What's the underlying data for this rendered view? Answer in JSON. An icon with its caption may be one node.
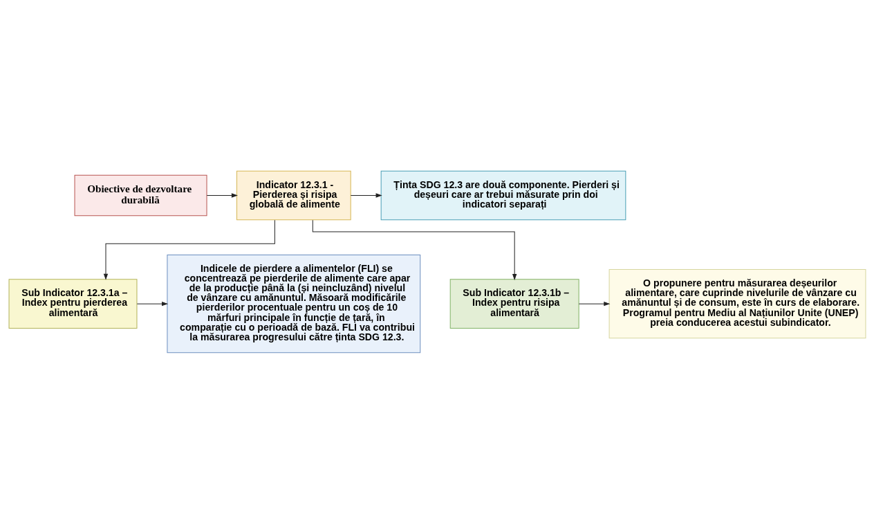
{
  "diagram": {
    "nodes": [
      {
        "text": [
          "Obiective de dezvoltare durabilă"
        ]
      },
      {
        "text": [
          "Indicator 12.3.1 - Pierderea și risipa globală de alimente"
        ]
      },
      {
        "text": [
          "Ținta SDG 12.3 are două componente. Pierderi și deșeuri care ar trebui măsurate prin doi indicatori separați"
        ]
      },
      {
        "text": [
          "Sub Indicator 12.3.1a – Index pentru pierderea alimentară"
        ]
      },
      {
        "text": [
          "Indicele de pierdere a alimentelor (FLI) se concentrează pe pierderile de alimente care apar de la producție până la (și neincluzând) nivelul de vânzare cu amănuntul. Măsoară modificările pierderilor procentuale pentru un coș de 10 mărfuri principale în funcție de țară, în comparație cu o perioadă de bază. FLI va contribui la măsurarea progresului către ținta SDG 12.3."
        ]
      },
      {
        "text": [
          "Sub Indicator 12.3.1b – Index pentru risipa alimentară"
        ]
      },
      {
        "text": [
          "O propunere pentru măsurarea deșeurilor alimentare, care cuprinde nivelurile de vânzare cu amănuntul și de consum, este în curs de elaborare.",
          "Programul pentru Mediu al Națiunilor Unite (UNEP)  preia conducerea acestui subindicator."
        ]
      }
    ],
    "edges": [
      {
        "from": 0,
        "to": 1,
        "arrow": "to"
      },
      {
        "from": 1,
        "to": 2,
        "arrow": "to"
      },
      {
        "from": 1,
        "to": 3,
        "arrow": "to"
      },
      {
        "from": 1,
        "to": 5,
        "arrow": "to"
      },
      {
        "from": 3,
        "to": 4,
        "arrow": "to"
      },
      {
        "from": 5,
        "to": 6,
        "arrow": "to"
      }
    ]
  }
}
